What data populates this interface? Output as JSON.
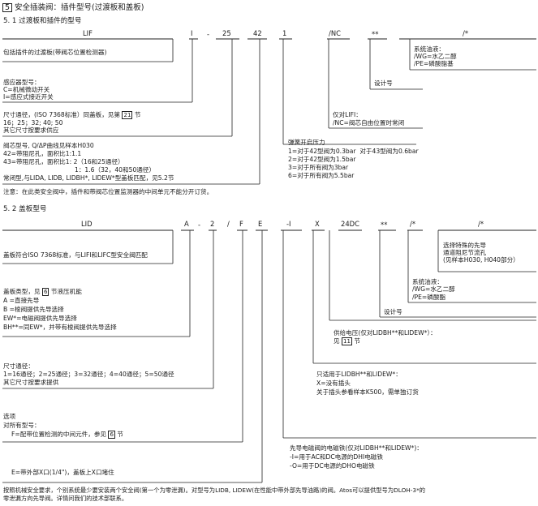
{
  "heading": {
    "num": "5",
    "title": "安全插装阀：插件型号(过渡板和盖板)"
  },
  "s51": {
    "title": "5. 1   过渡板和插件的型号",
    "codes": [
      "LIF",
      "I",
      "-",
      "25",
      "42",
      "1",
      "/NC",
      "**",
      "/*"
    ],
    "desc1": "包括插件的过渡板(带阀芯位置检测器)",
    "sensor_title": "感应器型号：",
    "sensor_c": "C=机械微动开关",
    "sensor_i": "I=感应式接近开关",
    "size_a": "尺寸通径，(ISO 7368标准）同盖板，见第",
    "size_ref": "21",
    "size_b": "节",
    "size_vals": "16；25；32; 40; 50",
    "size_other": "其它尺寸按要求供应",
    "spool_title": "阀芯型号, Q/ΔP曲线见样本H030",
    "spool_42": "42=带阻尼孔，面积比1:1.1",
    "spool_43": "43=带阻尼孔，面积比1: 2（16和25通径）",
    "spool_43b": "1：1.6（32，40和50通径）",
    "spool_note": "常闭型,与LIDA, LIDB, LIDBH*, LIDEW*型盖板匹配，见5.2节",
    "oil_title": "系统油液：",
    "oil_wg": "/WG=水乙二醇",
    "oil_pe": "/PE=磷酸脂基",
    "design": "设计号",
    "nc_a": "仅对LIFI：",
    "nc_b": "/NC=阀芯自由位置时常闭",
    "spring_title": "弹簧开启压力",
    "spring_1": "1=对于42型阀为0.3bar",
    "spring_1b": "对于43型阀为0.6bar",
    "spring_2": "2=对于42型阀为1.5bar",
    "spring_3": "3=对于所有阀为3bar",
    "spring_6": "6=对于所有阀为5.5bar",
    "note": "注意：在此类安全阀中，插件和带阀芯位置监测器的中间单元不能分开订货。"
  },
  "s52": {
    "title": "5. 2   盖板型号",
    "codes": [
      "LID",
      "A",
      "-",
      "2",
      "/",
      "F",
      "E",
      "-I",
      "X",
      "24DC",
      "**",
      "/*",
      "/*"
    ],
    "desc1": "盖板符合ISO 7368标准，与LIFI和LIFC型安全阀匹配",
    "type_a": "盖板类型，见",
    "type_ref": "6",
    "type_b": "节液压机能",
    "type_A": "A    =直接先导",
    "type_B": "B    =梭阀提供先导选择",
    "type_EW": "EW*=电磁阀提供先导选择",
    "type_BH": "BH**=同EW*，并带有梭阀提供先导选择",
    "size_title": "尺寸通径：",
    "size_vals": "1=16通径；2=25通径；3=32通径；4=40通径；5=50通径",
    "size_other": "其它尺寸按要求提供",
    "opt_title": "选项",
    "opt_for": "对所有型号：",
    "opt_f_a": "F=配带位置检测的中间元件，参见",
    "opt_f_ref": "6",
    "opt_f_b": "节",
    "opt_e": "E=带外部X口(1/4\")，盖板上X口堵住",
    "orifice_1": "选择特殊的先导",
    "orifice_2": "通道阻尼节流孔",
    "orifice_3": "(见样本H030, H040部分）",
    "oil_title": "系统油液：",
    "oil_wg": "/WG=水乙二醇",
    "oil_pe": "/PE=磷酸酯",
    "design": "设计号",
    "volt_a": "供给电压(仅对LIDBH**和LIDEW*）：",
    "volt_b": "见",
    "volt_ref": "11",
    "volt_c": "节",
    "plug_a": "只适用于LIDBH**和LIDEW*：",
    "plug_b": "X=没有插头",
    "plug_c": "关于插头参看样本K500，需单独订货",
    "sol_a": "先导电磁阀的电磁铁(仅对LIDBH**和LIDEW*)：",
    "sol_i": "-I=用于AC和DC电源的DHI电磁铁",
    "sol_o": "-O=用于DC电源的DHO电磁铁",
    "foot_1": "按照机械安全要求，个别系统最少要安装两个安全阀(第一个为零泄漏)。对型号为LIDB, LIDEW(在性能中带外部先导油路)的阀。Atos可以提供型号为DLOH-3*的",
    "foot_2": "零泄漏方向先导阀。详情问我们的技术部联系。"
  }
}
